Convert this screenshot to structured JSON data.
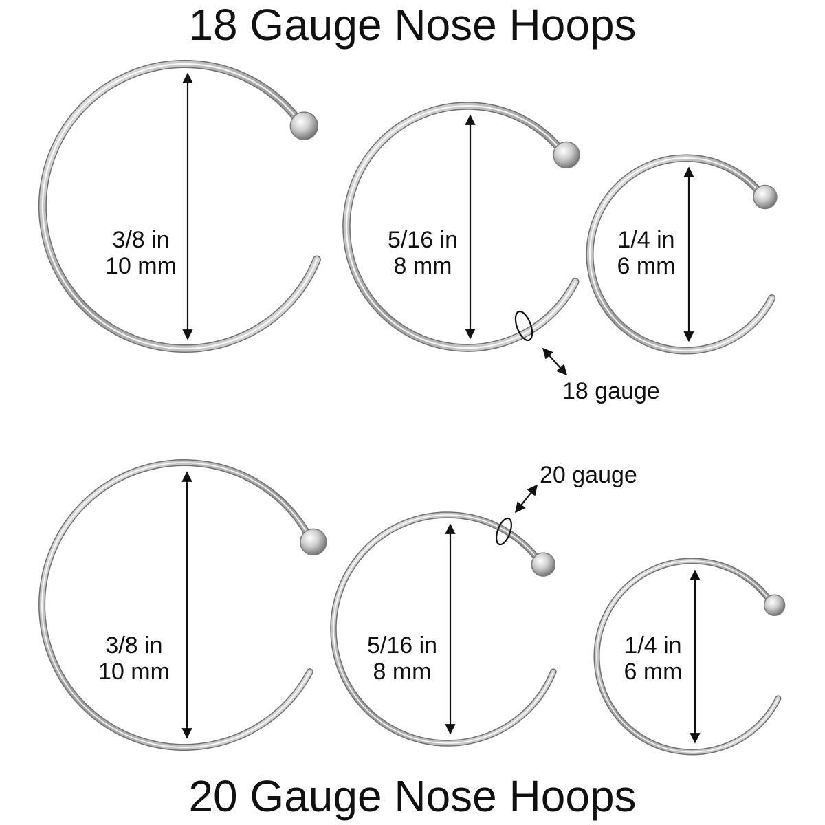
{
  "colors": {
    "metal_dark": "#6f6f6f",
    "metal_mid": "#b9b9b9",
    "metal_light": "#f4f4f4",
    "ink": "#111111"
  },
  "groups": [
    {
      "heading": "18 Gauge Nose Hoops",
      "hoops": [
        {
          "inches": "3/8 in",
          "mm": "10 mm"
        },
        {
          "inches": "5/16 in",
          "mm": "8 mm"
        },
        {
          "inches": "1/4 in",
          "mm": "6 mm"
        }
      ],
      "callout": "18 gauge"
    },
    {
      "heading": "20 Gauge Nose Hoops",
      "hoops": [
        {
          "inches": "3/8 in",
          "mm": "10 mm"
        },
        {
          "inches": "5/16 in",
          "mm": "8 mm"
        },
        {
          "inches": "1/4 in",
          "mm": "6 mm"
        }
      ],
      "callout": "20 gauge"
    }
  ]
}
